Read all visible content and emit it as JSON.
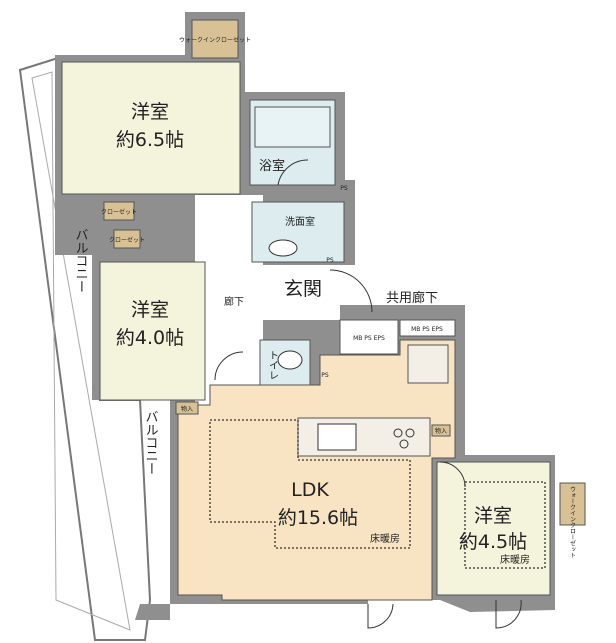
{
  "floor_plan": {
    "rooms": {
      "western_room_1": {
        "name": "洋室",
        "size": "約6.5帖"
      },
      "western_room_2": {
        "name": "洋室",
        "size": "約4.0帖"
      },
      "western_room_3": {
        "name": "洋室",
        "size": "約4.5帖",
        "floor_heating": "床暖房"
      },
      "ldk": {
        "name": "LDK",
        "size": "約15.6帖",
        "floor_heating": "床暖房"
      },
      "bathroom": "浴室",
      "washroom": "洗面室",
      "entrance": "玄関",
      "toilet": "トイレ",
      "hallway": "廊下",
      "common_corridor": "共用廊下"
    },
    "storage": {
      "walk_in_closet_top": "ウォークインクローゼット",
      "walk_in_closet_right": "ウォークインクローゼット",
      "closet_1": "クローゼット",
      "closet_2": "クローゼット",
      "storage_1": "物入",
      "storage_2": "物入",
      "mb_ps_eps_1": "MB PS EPS",
      "mb_ps_eps_2": "MB PS EPS",
      "ps_1": "PS",
      "ps_2": "PS",
      "ps_3": "PS"
    },
    "balconies": [
      "バルコニー",
      "バルコニー"
    ],
    "colors": {
      "wall": "#8f8f8f",
      "western_room": "#f4f4dc",
      "ldk": "#f8e4c2",
      "wet_area": "#dcecef",
      "storage": "#d8c195"
    }
  }
}
